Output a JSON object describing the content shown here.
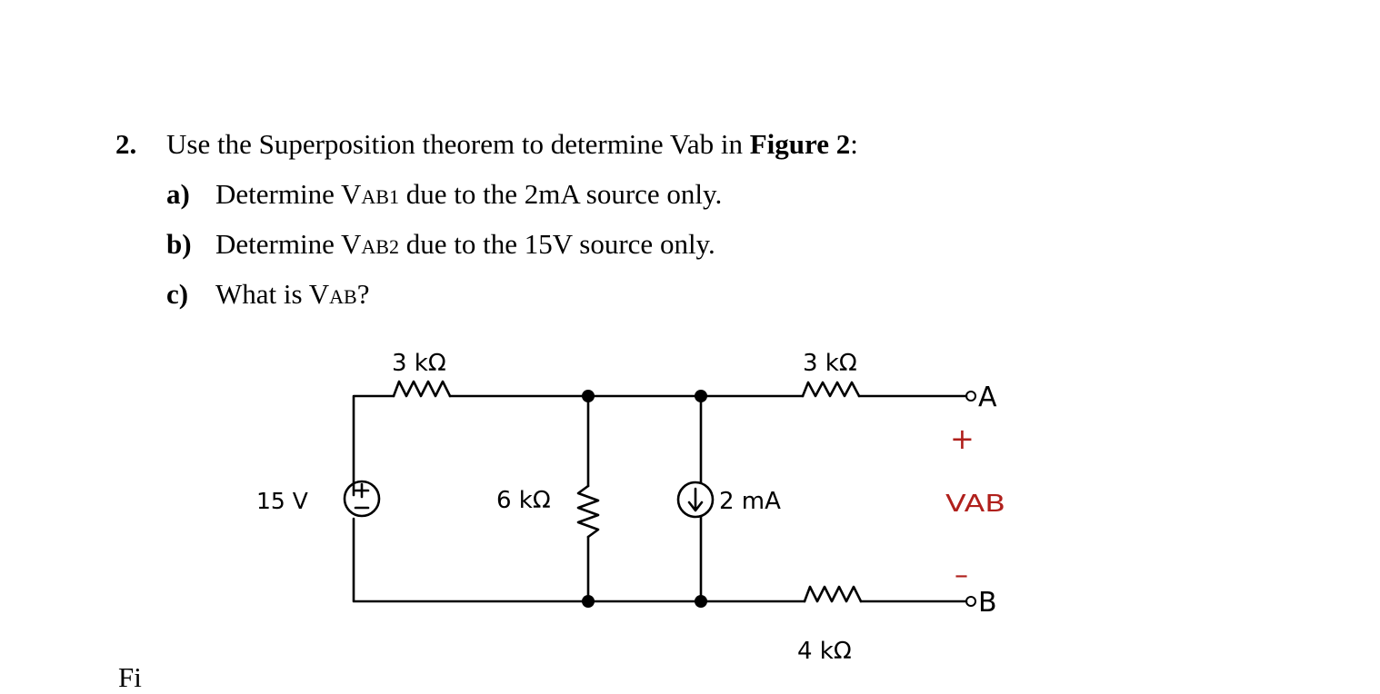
{
  "question": {
    "number": "2.",
    "text_before": "Use the Superposition theorem to determine Vab in ",
    "figure_ref": "Figure 2",
    "text_after": ":"
  },
  "parts": [
    {
      "label": "a)",
      "pre": "Determine V",
      "sub": "AB1",
      "post": " due to the 2mA source only."
    },
    {
      "label": "b)",
      "pre": "Determine V",
      "sub": "AB2",
      "post": " due to the 15V source only."
    },
    {
      "label": "c)",
      "pre": "What is V",
      "sub": "AB",
      "post": "?"
    }
  ],
  "circuit": {
    "voltage_source": "15 V",
    "voltage_source_polarity": "+",
    "resistor_top_left": "3 kΩ",
    "resistor_middle": "6 kΩ",
    "current_source": "2 mA",
    "resistor_top_right": "3 kΩ",
    "resistor_bottom_right": "4 kΩ",
    "terminal_a": "A",
    "terminal_b": "B",
    "vab_plus": "+",
    "vab_label": "VAB",
    "vab_minus": "–",
    "vab_color": "#b0201c"
  },
  "figure_caption_cut": "Fi"
}
